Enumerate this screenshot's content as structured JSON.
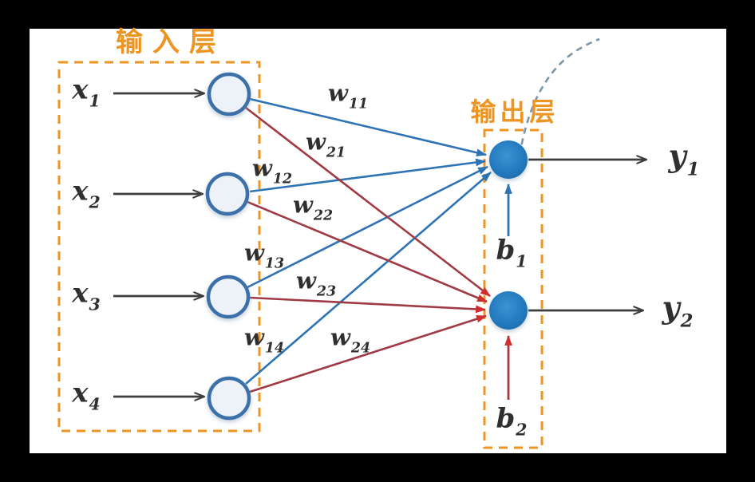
{
  "diagram": {
    "type": "neural-network-single-layer",
    "titles": {
      "input_layer": "输入层",
      "output_layer": "输出层"
    },
    "inputs": [
      {
        "base": "x",
        "sub": "1"
      },
      {
        "base": "x",
        "sub": "2"
      },
      {
        "base": "x",
        "sub": "3"
      },
      {
        "base": "x",
        "sub": "4"
      }
    ],
    "outputs": [
      {
        "base": "y",
        "sub": "1"
      },
      {
        "base": "y",
        "sub": "2"
      }
    ],
    "biases": [
      {
        "base": "b",
        "sub": "1"
      },
      {
        "base": "b",
        "sub": "2"
      }
    ],
    "weights": [
      {
        "base": "w",
        "sub": "11"
      },
      {
        "base": "w",
        "sub": "21"
      },
      {
        "base": "w",
        "sub": "12"
      },
      {
        "base": "w",
        "sub": "22"
      },
      {
        "base": "w",
        "sub": "13"
      },
      {
        "base": "w",
        "sub": "23"
      },
      {
        "base": "w",
        "sub": "14"
      },
      {
        "base": "w",
        "sub": "24"
      }
    ],
    "edges": [
      {
        "from": "x1",
        "to": "y1",
        "label": "w11",
        "color": "blue"
      },
      {
        "from": "x1",
        "to": "y2",
        "label": "w21",
        "color": "red"
      },
      {
        "from": "x2",
        "to": "y1",
        "label": "w12",
        "color": "blue"
      },
      {
        "from": "x2",
        "to": "y2",
        "label": "w22",
        "color": "red"
      },
      {
        "from": "x3",
        "to": "y1",
        "label": "w13",
        "color": "blue"
      },
      {
        "from": "x3",
        "to": "y2",
        "label": "w23",
        "color": "red"
      },
      {
        "from": "x4",
        "to": "y1",
        "label": "w14",
        "color": "blue"
      },
      {
        "from": "x4",
        "to": "y2",
        "label": "w24",
        "color": "red"
      },
      {
        "from": "b1",
        "to": "y1",
        "color": "blue"
      },
      {
        "from": "b2",
        "to": "y2",
        "color": "red"
      }
    ],
    "colors": {
      "frame": "#000000",
      "panel": "#FFFFFF",
      "accent_orange": "#EC9523",
      "blue_line": "#2E74B5",
      "red_line": "#A03A44",
      "red_arrowhead": "#CF2E2E",
      "output_node_fill": "#2780C3",
      "input_node_fill": "#EDF1F8",
      "input_node_border": "#3A70A8",
      "black_arrow": "#3D3D3D",
      "dashed_curve": "#7B95A9",
      "math_text": "#2F2F2F"
    }
  }
}
